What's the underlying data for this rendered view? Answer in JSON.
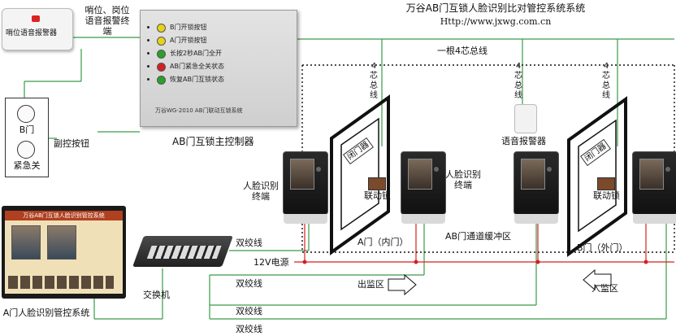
{
  "header": {
    "title": "万谷AB门互锁人脸识别比对管控系统系统",
    "url": "Http://www.jxwg.com.cn"
  },
  "alarm_device": {
    "device_text": "哨位语音报警器",
    "label": "哨位、岗位语音报警终端"
  },
  "controller": {
    "rows": [
      {
        "text": "B门开锁按钮",
        "led_color": "#e6d21a"
      },
      {
        "text": "A门开锁按钮",
        "led_color": "#e6d21a"
      },
      {
        "text": "长按2秒AB门全开",
        "led_color": "#2aa02a"
      },
      {
        "text": "AB门紧急全关状态",
        "led_color": "#d42020"
      },
      {
        "text": "恢复AB门互锁状态",
        "led_color": "#2aa02a"
      }
    ],
    "model_text": "万谷WG-2010 AB门联动互锁系统",
    "caption": "AB门互锁主控制器"
  },
  "button_panel": {
    "labels": [
      "B门",
      "紧急关"
    ],
    "caption": "副控按钮"
  },
  "bus": {
    "four_wire_vertical": "4芯总线",
    "one_four_wire": "一根4芯总线"
  },
  "speaker": {
    "caption": "语音报警器"
  },
  "door_a": {
    "closer": "闭门器",
    "lock": "联动锁",
    "caption": "A门（内门）"
  },
  "door_b": {
    "closer": "闭门器",
    "lock": "联动锁",
    "caption": "B门（外门）"
  },
  "face_terminal": {
    "caption_left": "人脸识别终端",
    "caption_mid": "人脸识别终端"
  },
  "buffer": {
    "caption": "AB门通道缓冲区"
  },
  "exit_zone": "出监区",
  "enter_zone": "入监区",
  "wires": {
    "twisted_pair": "双绞线",
    "power": "12V电源"
  },
  "switch": {
    "caption": "交换机"
  },
  "monitor": {
    "screen_title": "万谷AB门互锁人脸识别管控系统",
    "caption": "A门人脸识别管控系统"
  }
}
